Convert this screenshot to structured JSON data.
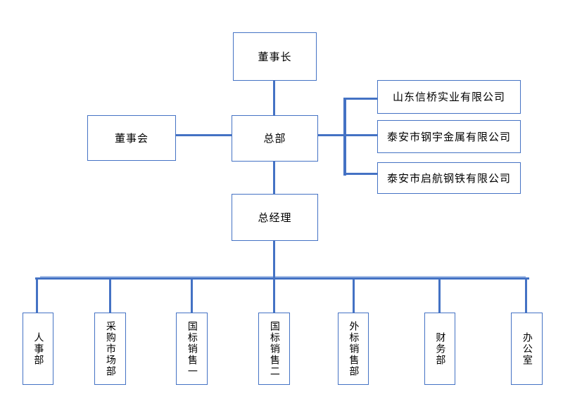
{
  "org": {
    "chairman": "董事长",
    "board": "董事会",
    "headquarters": "总部",
    "general_manager": "总经理",
    "subsidiaries": [
      "山东信桥实业有限公司",
      "泰安市钢宇金属有限公司",
      "泰安市启航钢铁有限公司"
    ],
    "departments": [
      "人事部",
      "采购市场部",
      "国标销售一",
      "国标销售二",
      "外标销售部",
      "财务部",
      "办公室"
    ]
  },
  "colors": {
    "accent": "#4472C4",
    "text": "#000000",
    "background": "#FFFFFF",
    "artifact_line": "#AAC1E8"
  }
}
